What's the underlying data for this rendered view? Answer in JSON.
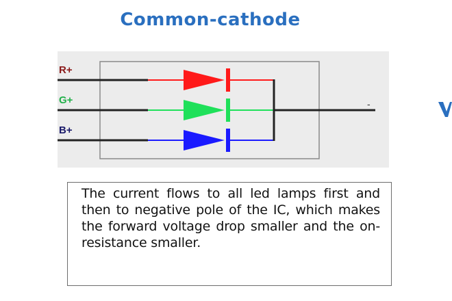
{
  "title": "Common-cathode",
  "diagram": {
    "labels": {
      "red": "R+",
      "green": "G+",
      "blue": "B+",
      "cathode": "-"
    },
    "colors": {
      "red": "#ff1a1a",
      "green": "#1fe05a",
      "blue": "#1a1aff",
      "title": "#2a6fbf",
      "wire": "#222222",
      "frame": "#8a8a8a",
      "background": "#ececec"
    }
  },
  "description": "The current flows to all led lamps first and then to negative pole of the IC, which makes the forward voltage drop smaller and the on-resistance smaller.",
  "edge_glyph": {
    "color": "#2a6fbf"
  }
}
